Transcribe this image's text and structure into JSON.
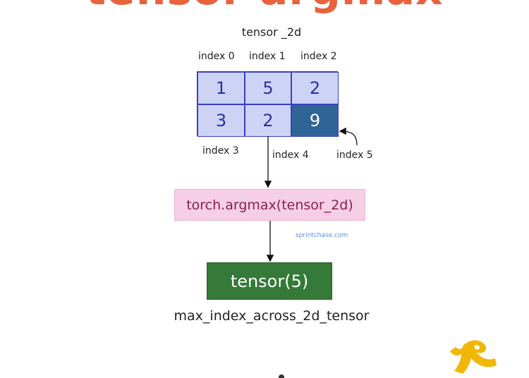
{
  "diagram": {
    "header_fragment": "tensor argmax",
    "tensor_label": "tensor _2d",
    "column_indices": [
      "index 0",
      "index 1",
      "index 2"
    ],
    "grid": {
      "rows": [
        [
          "1",
          "5",
          "2"
        ],
        [
          "3",
          "2",
          "9"
        ]
      ],
      "highlighted_value": "9"
    },
    "row2_indices": [
      "index 3",
      "index 4",
      "index 5"
    ],
    "function_label": "torch.argmax(tensor_2d)",
    "watermark": "sprintchase.com",
    "result_label": "tensor(5)",
    "caption": "max_index_across_2d_tensor"
  },
  "colors": {
    "cell_fill": "#cdd3f5",
    "cell_border": "#3a3fc4",
    "cell_text": "#2b2f9e",
    "highlight_fill": "#2e6496",
    "function_fill": "#f6cfe6",
    "function_text": "#8a1f4d",
    "result_fill": "#357a38",
    "heading": "#e8623e",
    "logo": "#f2b705"
  }
}
